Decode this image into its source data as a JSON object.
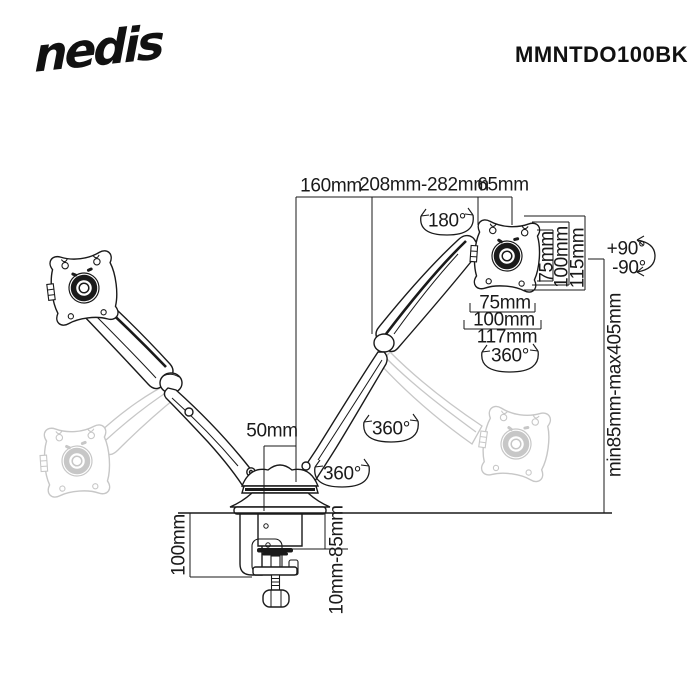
{
  "header": {
    "brand": "nedis",
    "product_code": "MMNTDO100BK"
  },
  "colors": {
    "ink": "#1a1a1a",
    "ghost": "#c7c7c7",
    "background": "#ffffff"
  },
  "labels": {
    "dim_160": "160mm",
    "dim_208_282": "208mm-282mm",
    "dim_65": "65mm",
    "rotate_180": "180°",
    "vesa_v75": "75mm",
    "vesa_v100": "100mm",
    "vesa_v115": "115mm",
    "tilt_up": "+90°",
    "tilt_down": "-90°",
    "vesa_h75": "75mm",
    "vesa_h100": "100mm",
    "vesa_h117": "117mm",
    "rotate_360_plate": "360°",
    "height_range": "min85mm-max405mm",
    "dim_50": "50mm",
    "rotate_360_arm": "360°",
    "rotate_360_base": "360°",
    "clamp_height": "100mm",
    "desk_thickness": "10mm-85mm"
  }
}
